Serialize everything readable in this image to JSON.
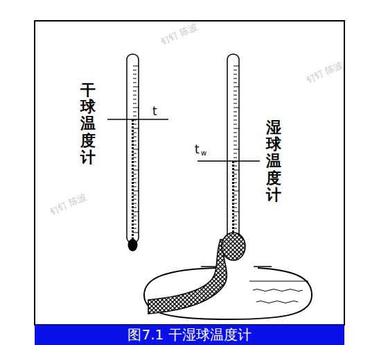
{
  "diagram": {
    "caption": "图7.1 干湿球温度计",
    "labels": [
      "干球温度计",
      "t",
      "湿球温度计",
      "t",
      "w",
      "钉钉 陈波",
      "钉钉 陈波",
      "钉钉 陈波"
    ]
  }
}
